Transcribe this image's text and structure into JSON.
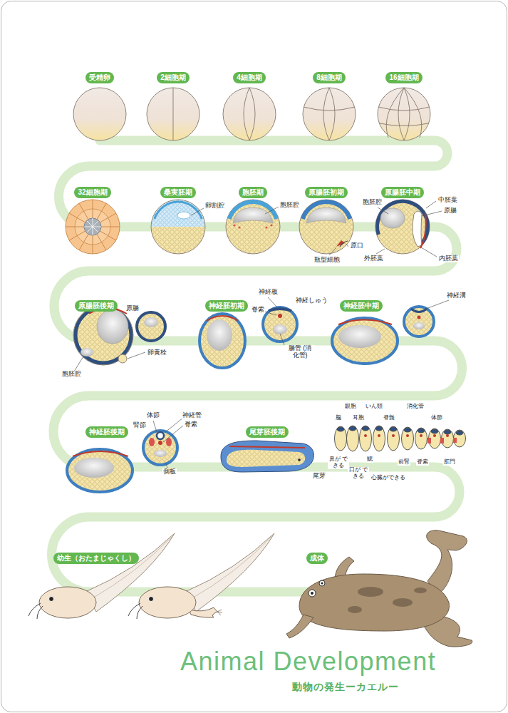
{
  "diagram": {
    "title": "Animal Development",
    "caption": "動物の発生ーカエルー",
    "nodes": [
      {
        "text": [
          "受精卵"
        ]
      },
      {
        "text": [
          "2細胞期"
        ]
      },
      {
        "text": [
          "4細胞期"
        ]
      },
      {
        "text": [
          "8細胞期"
        ]
      },
      {
        "text": [
          "16細胞期"
        ]
      },
      {
        "text": [
          "32細胞期"
        ]
      },
      {
        "text": [
          "桑実胚期"
        ]
      },
      {
        "text": [
          "胞胚期"
        ]
      },
      {
        "text": [
          "原腸胚初期"
        ]
      },
      {
        "text": [
          "原腸胚中期"
        ]
      },
      {
        "text": [
          "原腸胚後期"
        ]
      },
      {
        "text": [
          "神経胚初期"
        ]
      },
      {
        "text": [
          "神経胚中期"
        ]
      },
      {
        "text": [
          "神経胚後期"
        ]
      },
      {
        "text": [
          "尾芽胚後期"
        ]
      },
      {
        "text": [
          "幼生（おたまじゃくし）"
        ]
      },
      {
        "text": [
          "成体"
        ]
      }
    ],
    "labels": [
      "卵割腔",
      "胞胚腔",
      "原口",
      "瓶型細胞",
      "胞胚腔",
      "中胚葉",
      "原腸",
      "外胚葉",
      "内胚葉",
      "原腸",
      "卵黄栓",
      "胞胚腔",
      "神経板",
      "神経しゅう",
      "脊索",
      "腸管 (消化管)",
      "神経溝",
      "体節",
      "腎節",
      "神経管",
      "脊索",
      "側板",
      "尾芽",
      "眼胞",
      "いん頭",
      "消化管",
      "脳",
      "耳胞",
      "脊髄",
      "体節",
      "鼻が できる",
      "口が できる",
      "鰓",
      "心臓ができる",
      "前腎",
      "脊索",
      "肛門"
    ]
  }
}
